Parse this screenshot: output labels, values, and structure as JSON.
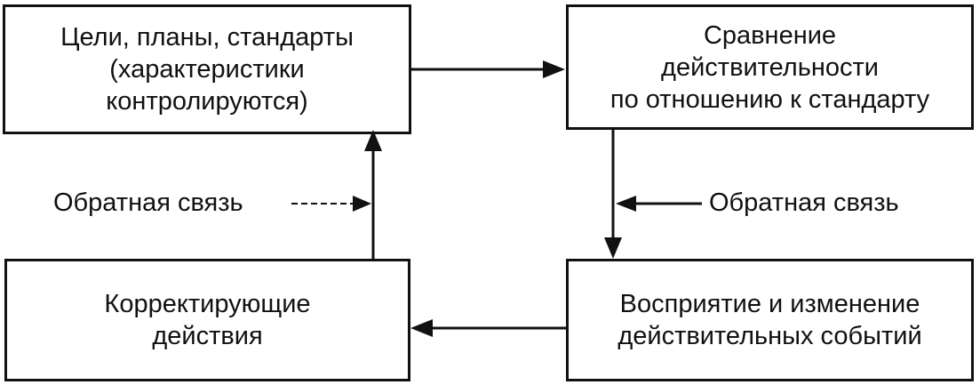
{
  "boxes": {
    "goals": {
      "lines": [
        "Цели, планы, стандарты",
        "(характеристики",
        "контролируются)"
      ]
    },
    "compare": {
      "lines": [
        "Сравнение",
        "действительности",
        "по отношению к стандарту"
      ]
    },
    "corrective": {
      "lines": [
        "Корректирующие",
        "действия"
      ]
    },
    "perception": {
      "lines": [
        "Восприятие и изменение",
        "действительных событий"
      ]
    }
  },
  "labels": {
    "feedback_left": "Обратная связь",
    "feedback_right": "Обратная связь"
  },
  "colors": {
    "line": "#111111",
    "background": "#ffffff"
  }
}
